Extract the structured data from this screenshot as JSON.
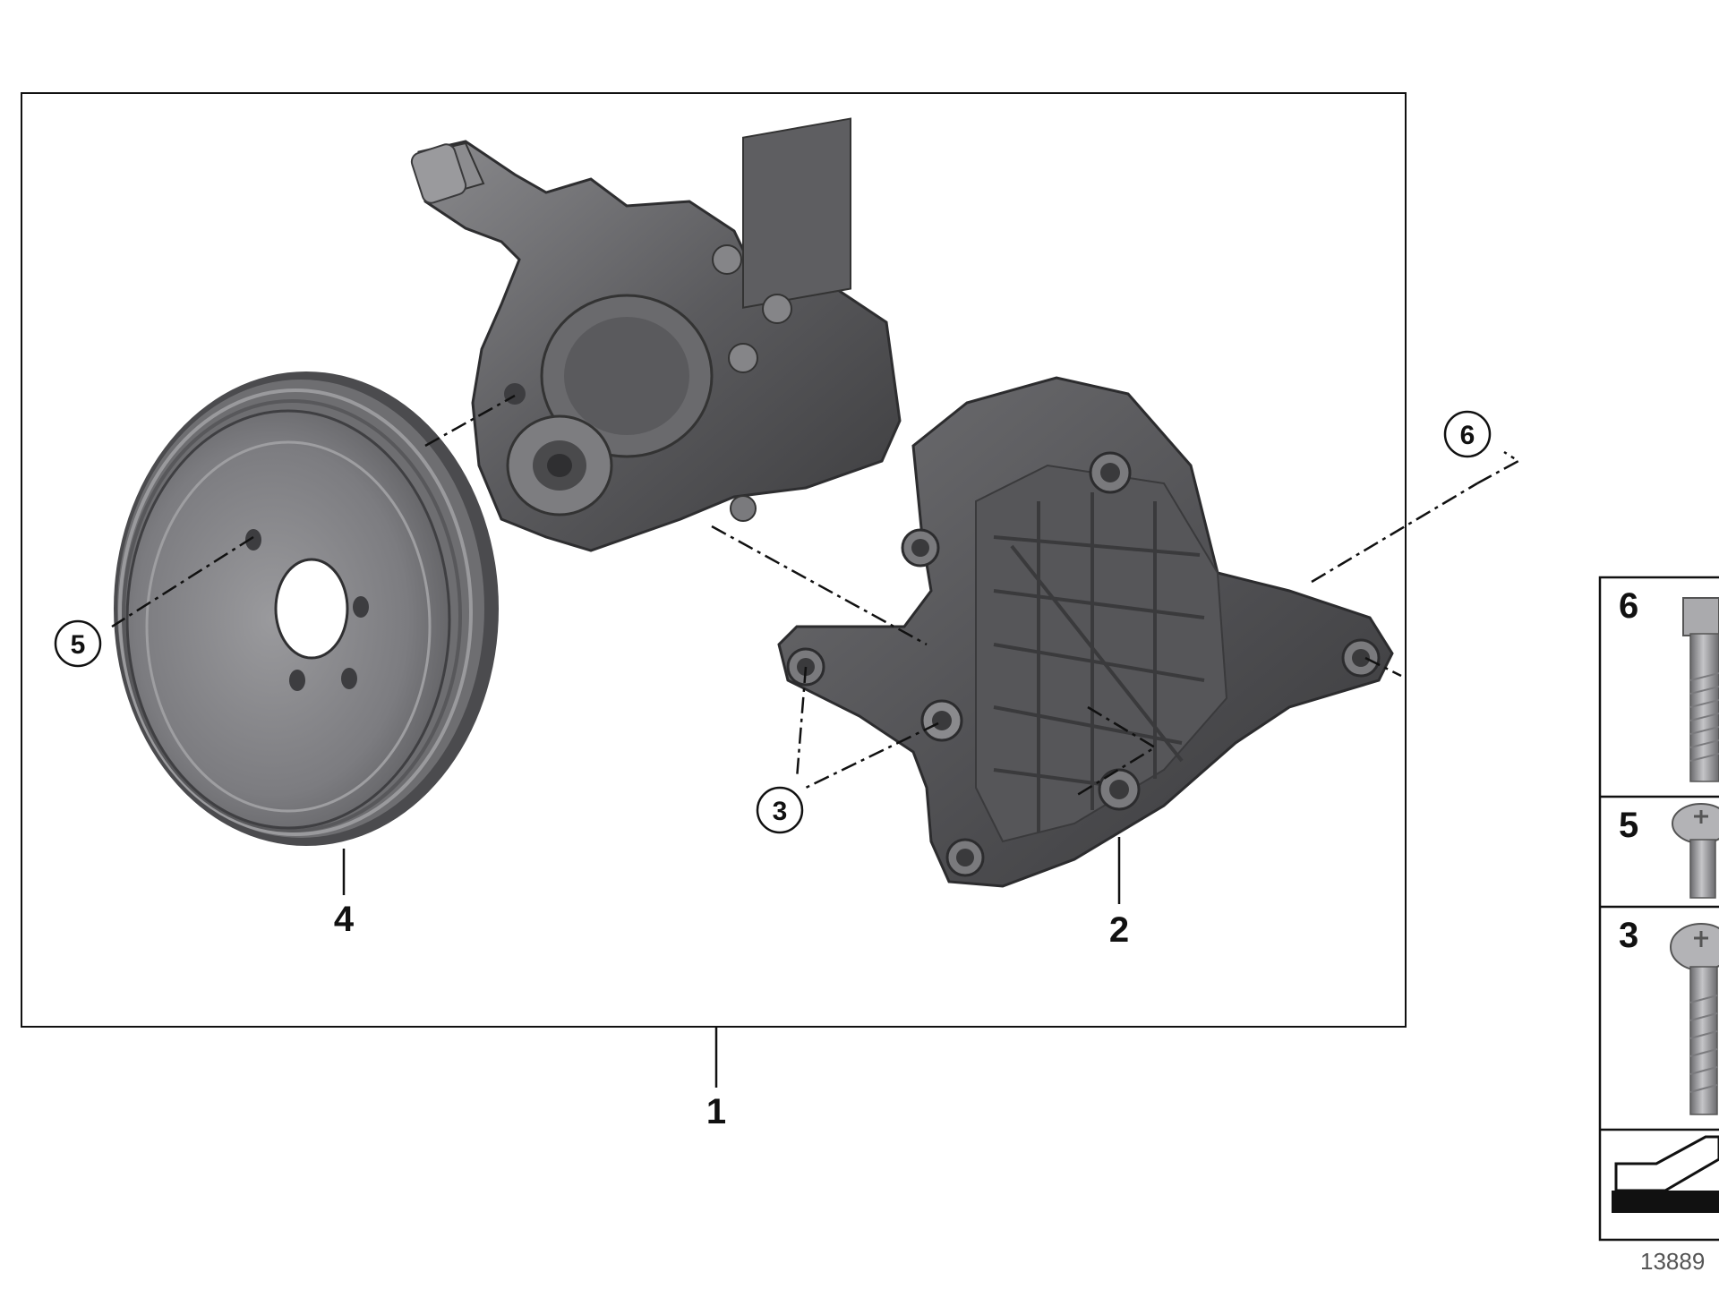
{
  "callouts": {
    "main_assembly": "1",
    "bracket": "2",
    "pulley": "4"
  },
  "bubbles": {
    "bracket_screw": "3",
    "pulley_screw": "5",
    "bolt": "6"
  },
  "legend": {
    "items": [
      "6",
      "5",
      "3"
    ]
  },
  "diagram_code": "13889",
  "colors": {
    "part_dark": "#4a4a4c",
    "part_mid": "#6b6b6e",
    "part_light": "#8e8e91",
    "line": "#111111"
  }
}
